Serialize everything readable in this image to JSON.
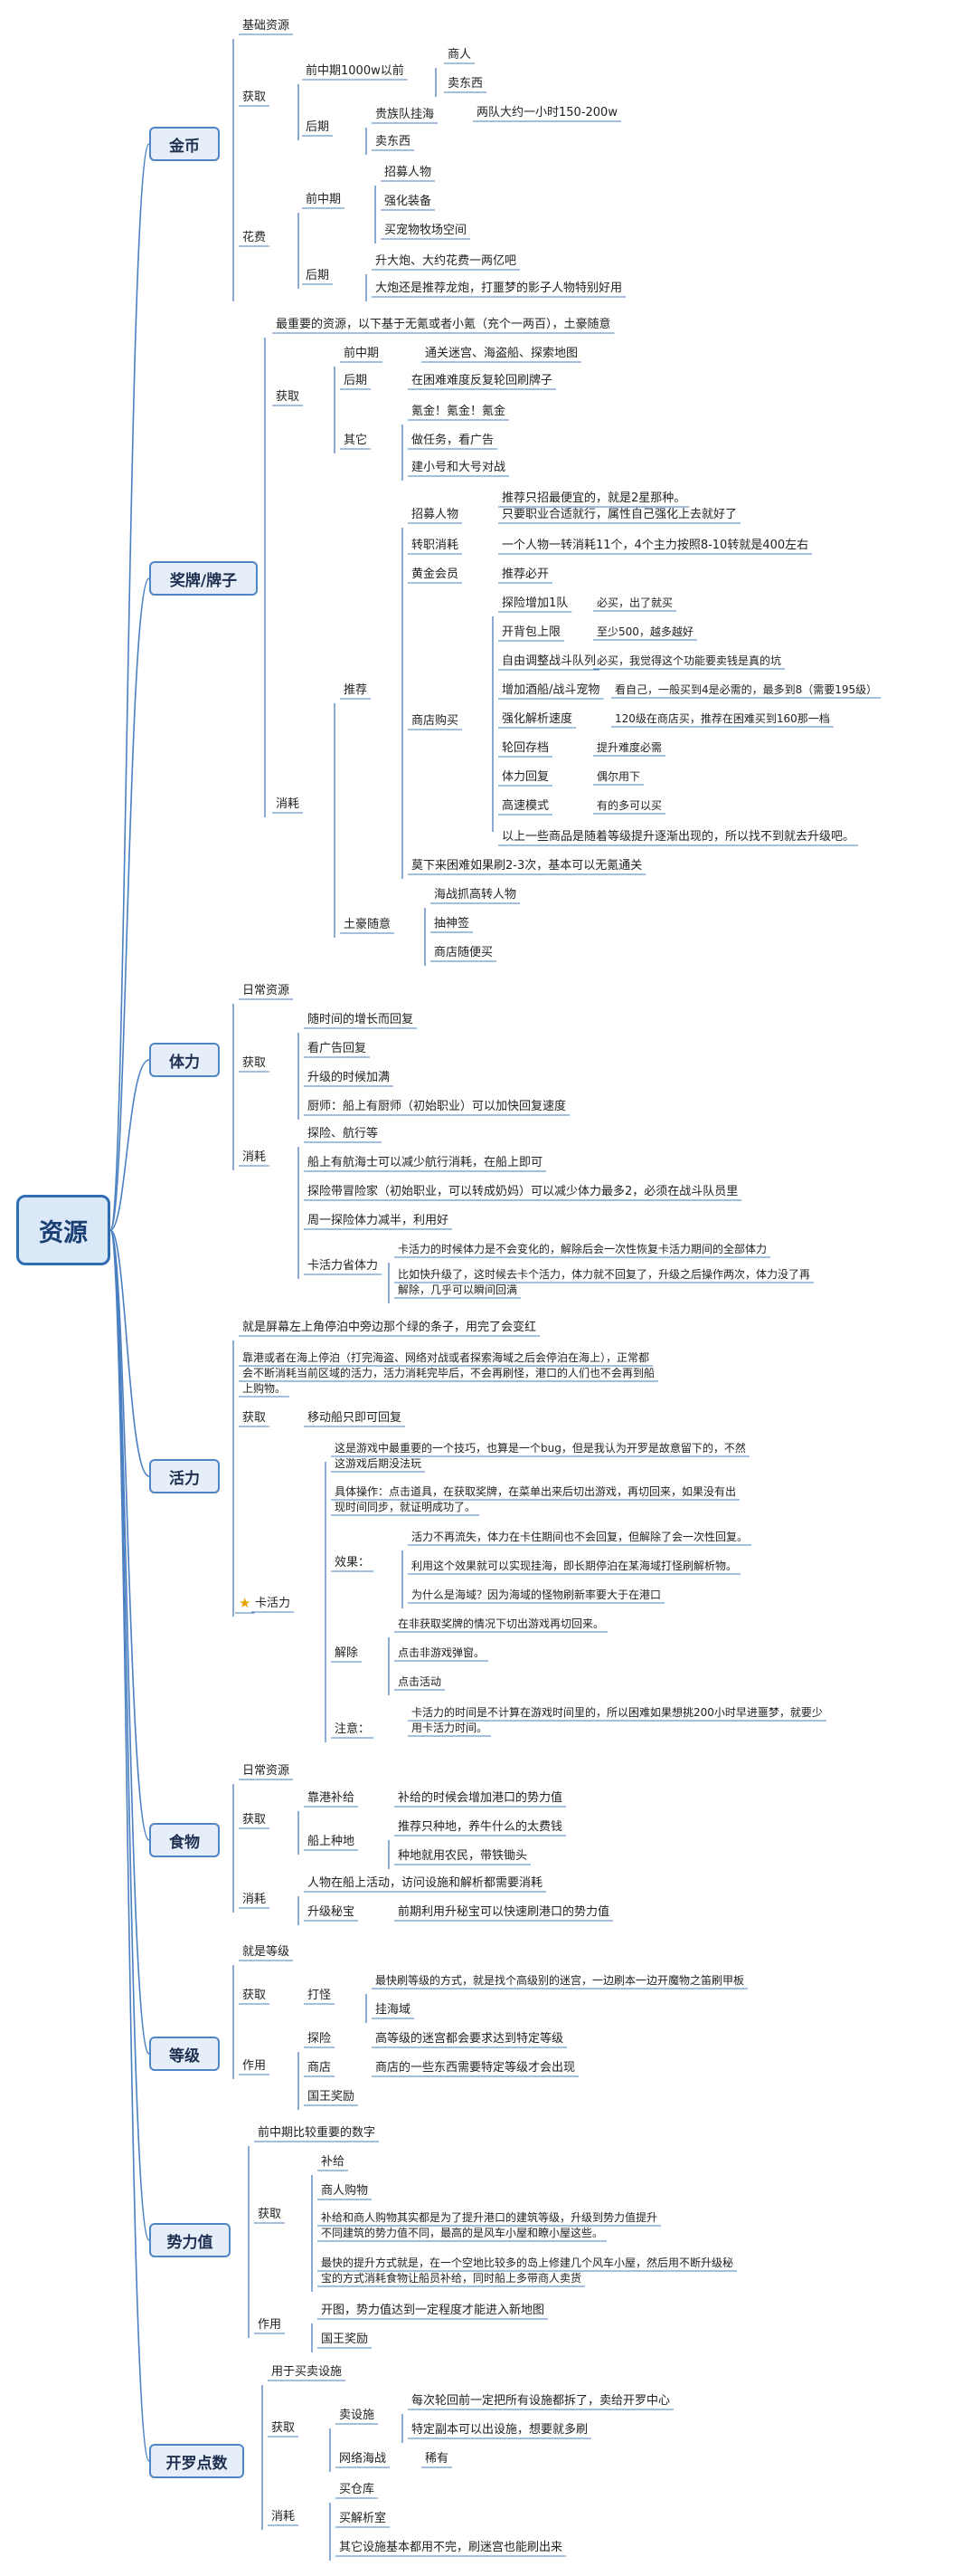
{
  "root": "资源",
  "colors": {
    "line": "#4a7fc1",
    "root_fill": "#dbe8f7",
    "cat_fill": "#e6eefa",
    "star": "#e6a100"
  },
  "gold": {
    "title": "金币",
    "basic": "基础资源",
    "get": "获取",
    "mid": "前中期1000w以前",
    "merchant": "商人",
    "sell": "卖东西",
    "late": "后期",
    "pirate": "贵族队挂海",
    "pirate_note": "两队大约一小时150-200w",
    "sell2": "卖东西",
    "spend": "花费",
    "spend_mid": "前中期",
    "recruit": "招募人物",
    "enhance": "强化装备",
    "pet": "买宠物牧场空间",
    "spend_late": "后期",
    "upgrade": "升大炮、大约花费一两亿吧",
    "cannon": "大炮还是推荐龙炮，打噩梦的影子人物特别好用"
  },
  "medal": {
    "title": "奖牌/牌子",
    "desc": "最重要的资源，以下基于无氪或者小氪（充个一两百），土豪随意",
    "get": "获取",
    "mid": "前中期",
    "mid_note": "通关迷宫、海盗船、探索地图",
    "late": "后期",
    "late_note": "在困难难度反复轮回刷牌子",
    "other": "其它",
    "pay": "氪金！氪金！氪金",
    "tasks": "做任务，看广告",
    "alt": "建小号和大号对战",
    "consume": "消耗",
    "recommend": "推荐",
    "recruit": "招募人物",
    "recruit_note1": "推荐只招最便宜的，就是2星那种。",
    "recruit_note2": "只要职业合适就行，属性自己强化上去就好了",
    "transfer": "转职消耗",
    "transfer_note": "一个人物一转消耗11个，4个主力按照8-10转就是400左右",
    "gold_member": "黄金会员",
    "gold_member_note": "推荐必开",
    "shop": "商店购买",
    "shop_items": [
      {
        "name": "探险增加1队",
        "note": "必买，出了就买"
      },
      {
        "name": "开背包上限",
        "note": "至少500，越多越好"
      },
      {
        "name": "自由调整战斗队列",
        "note": "必买，我觉得这个功能要卖钱是真的坑"
      },
      {
        "name": "增加酒船/战斗宠物",
        "note": "看自己，一般买到4是必需的，最多到8（需要195级）"
      },
      {
        "name": "强化解析速度",
        "note": "120级在商店买，推荐在困难买到160那一档"
      },
      {
        "name": "轮回存档",
        "note": "提升难度必需"
      },
      {
        "name": "体力回复",
        "note": "偶尔用下"
      },
      {
        "name": "高速模式",
        "note": "有的多可以买"
      }
    ],
    "shop_tail": "以上一些商品是随着等级提升逐渐出现的，所以找不到就去升级吧。",
    "extra": "莫下来困难如果刷2-3次，基本可以无氪通关",
    "tuhao": "土豪随意",
    "tuhao_items": [
      "海战抓高转人物",
      "抽神签",
      "商店随便买"
    ]
  },
  "stamina": {
    "title": "体力",
    "daily": "日常资源",
    "get": "获取",
    "get_items": [
      "随时间的增长而回复",
      "看广告回复",
      "升级的时候加满",
      "厨师：船上有厨师（初始职业）可以加快回复速度"
    ],
    "consume": "消耗",
    "consume_items": [
      "探险、航行等",
      "船上有航海士可以减少航行消耗，在船上即可",
      "探险带冒险家（初始职业，可以转成奶妈）可以减少体力最多2，必须在战斗队员里",
      "周一探险体力减半，利用好"
    ],
    "bug": "卡活力省体力",
    "bug_notes": [
      "卡活力的时候体力是不会变化的，解除后会一次性恢复卡活力期间的全部体力",
      "比如快升级了，这时候去卡个活力，体力就不回复了，升级之后操作两次，体力没了再",
      "解除，几乎可以瞬间回满"
    ]
  },
  "vigor": {
    "title": "活力",
    "desc": "就是屏幕左上角停泊中旁边那个绿的条子，用完了会变红",
    "desc2_l1": "靠港或者在海上停泊（打完海盗、网络对战或者探索海域之后会停泊在海上），正常都",
    "desc2_l2": "会不断消耗当前区域的活力，活力消耗完毕后，不会再刷怪，港口的人们也不会再到船",
    "desc2_l3": "上购物。",
    "get": "获取",
    "get_note": "移动船只即可回复",
    "star": "★",
    "trick": "卡活力",
    "trick_l1": "这是游戏中最重要的一个技巧，也算是一个bug，但是我认为开罗是故意留下的，不然",
    "trick_l2": "这游戏后期没法玩",
    "op_l1": "具体操作：点击道具，在获取奖牌，在菜单出来后切出游戏，再切回来，如果没有出",
    "op_l2": "现时间同步，就证明成功了。",
    "effect": "效果：",
    "effect_items": [
      "活力不再流失，体力在卡住期间也不会回复，但解除了会一次性回复。",
      "利用这个效果就可以实现挂海，即长期停泊在某海域打怪刷解析物。",
      "为什么是海域？因为海域的怪物刷新率要大于在港口"
    ],
    "release": "解除",
    "release_items": [
      "在非获取奖牌的情况下切出游戏再切回来。",
      "点击非游戏弹窗。",
      "点击活动"
    ],
    "note": "注意：",
    "note_l1": "卡活力的时间是不计算在游戏时间里的，所以困难如果想挑200小时早进噩梦，就要少",
    "note_l2": "用卡活力时间。"
  },
  "food": {
    "title": "食物",
    "daily": "日常资源",
    "get": "获取",
    "port": "靠港补给",
    "port_note": "补给的时候会增加港口的势力值",
    "farm": "船上种地",
    "farm_note1": "推荐只种地，养牛什么的太费钱",
    "farm_note2": "种地就用农民，带铁锄头",
    "consume": "消耗",
    "consume_note": "人物在船上活动，访问设施和解析都需要消耗",
    "secret": "升级秘宝",
    "secret_note": "前期利用升秘宝可以快速刷港口的势力值"
  },
  "level": {
    "title": "等级",
    "desc": "就是等级",
    "get": "获取",
    "fight": "打怪",
    "fight_note": "最快刷等级的方式，就是找个高级别的迷宫，一边刷本一边开魔物之笛刷甲板",
    "hang": "挂海域",
    "use": "作用",
    "explore": "探险",
    "explore_note": "高等级的迷宫都会要求达到特定等级",
    "shop": "商店",
    "shop_note": "商店的一些东西需要特定等级才会出现",
    "award": "国王奖励"
  },
  "power": {
    "title": "势力值",
    "desc": "前中期比较重要的数字",
    "get": "获取",
    "supply": "补给",
    "buy": "商人购物",
    "buy_note_l1": "补给和商人购物其实都是为了提升港口的建筑等级，升级到势力值提升",
    "buy_note_l2": "不同建筑的势力值不同，最高的是风车小屋和瞭小屋这些。",
    "best_l1": "最快的提升方式就是，在一个空地比较多的岛上修建几个风车小屋，然后用不断升级秘",
    "best_l2": "宝的方式消耗食物让船员补给，同时船上多带商人卖货",
    "use": "作用",
    "open": "开图，势力值达到一定程度才能进入新地图",
    "award": "国王奖励"
  },
  "kairo": {
    "title": "开罗点数",
    "desc": "用于买卖设施",
    "get": "获取",
    "sell": "卖设施",
    "sell_note1": "每次轮回前一定把所有设施都拆了，卖给开罗中心",
    "sell_note2": "特定副本可以出设施，想要就多刷",
    "net": "网络海战",
    "net_note": "稀有",
    "consume": "消耗",
    "warehouse": "买仓库",
    "room": "买解析室",
    "other": "其它设施基本都用不完，刷迷宫也能刷出来"
  }
}
